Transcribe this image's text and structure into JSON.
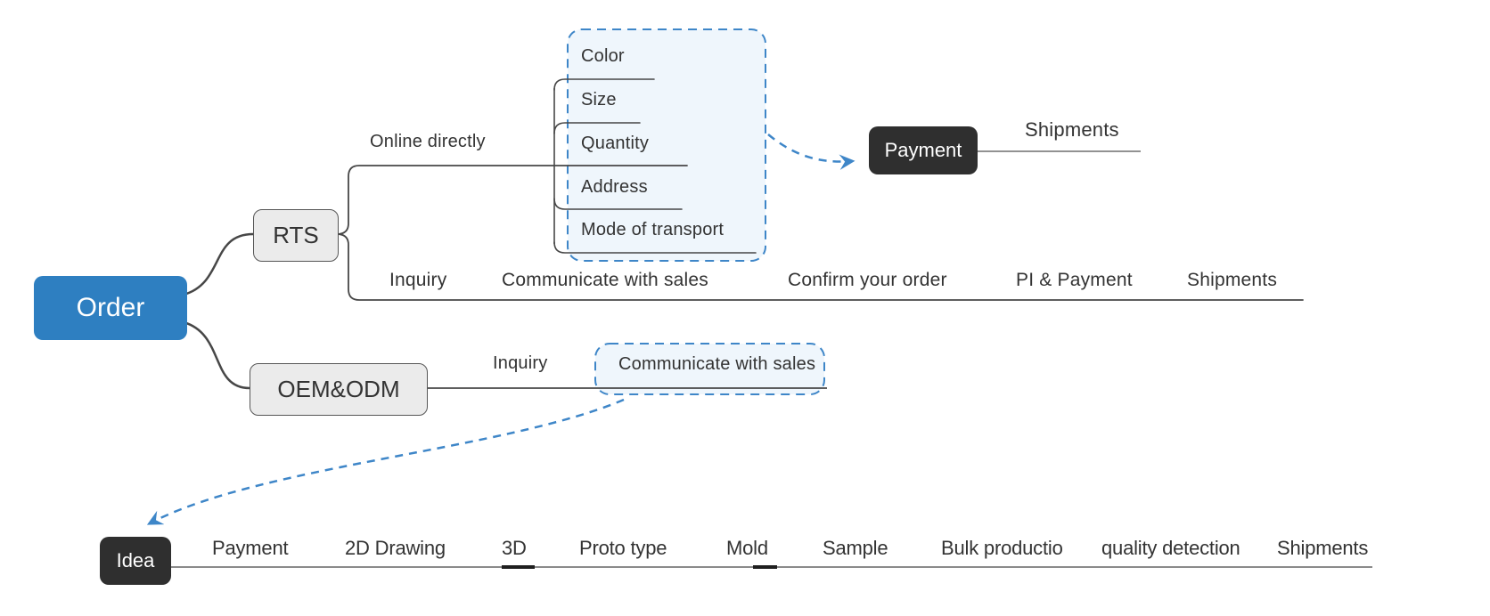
{
  "colors": {
    "accent_blue": "#2e7fc1",
    "dashed_blue": "#3e86c8",
    "group_fill": "#eff6fc",
    "dark_node": "#2f2f2f",
    "gray_node_fill": "#ebebeb",
    "line": "#474747"
  },
  "nodes": {
    "order": "Order",
    "rts": "RTS",
    "oem_odm": "OEM&ODM",
    "payment": "Payment",
    "idea": "Idea"
  },
  "rts_branch": {
    "online_directly": "Online directly",
    "order_options": [
      "Color",
      "Size",
      "Quantity",
      "Address",
      "Mode of transport"
    ],
    "payment_next_step": "Shipments",
    "steps": [
      "Inquiry",
      "Communicate with sales",
      "Confirm your order",
      "PI & Payment",
      "Shipments"
    ]
  },
  "oem_branch": {
    "inquiry": "Inquiry",
    "communicate": "Communicate with sales",
    "steps": [
      "Payment",
      "2D Drawing",
      "3D",
      "Proto type",
      "Mold",
      "Sample",
      "Bulk productio",
      "quality detection",
      "Shipments"
    ]
  }
}
